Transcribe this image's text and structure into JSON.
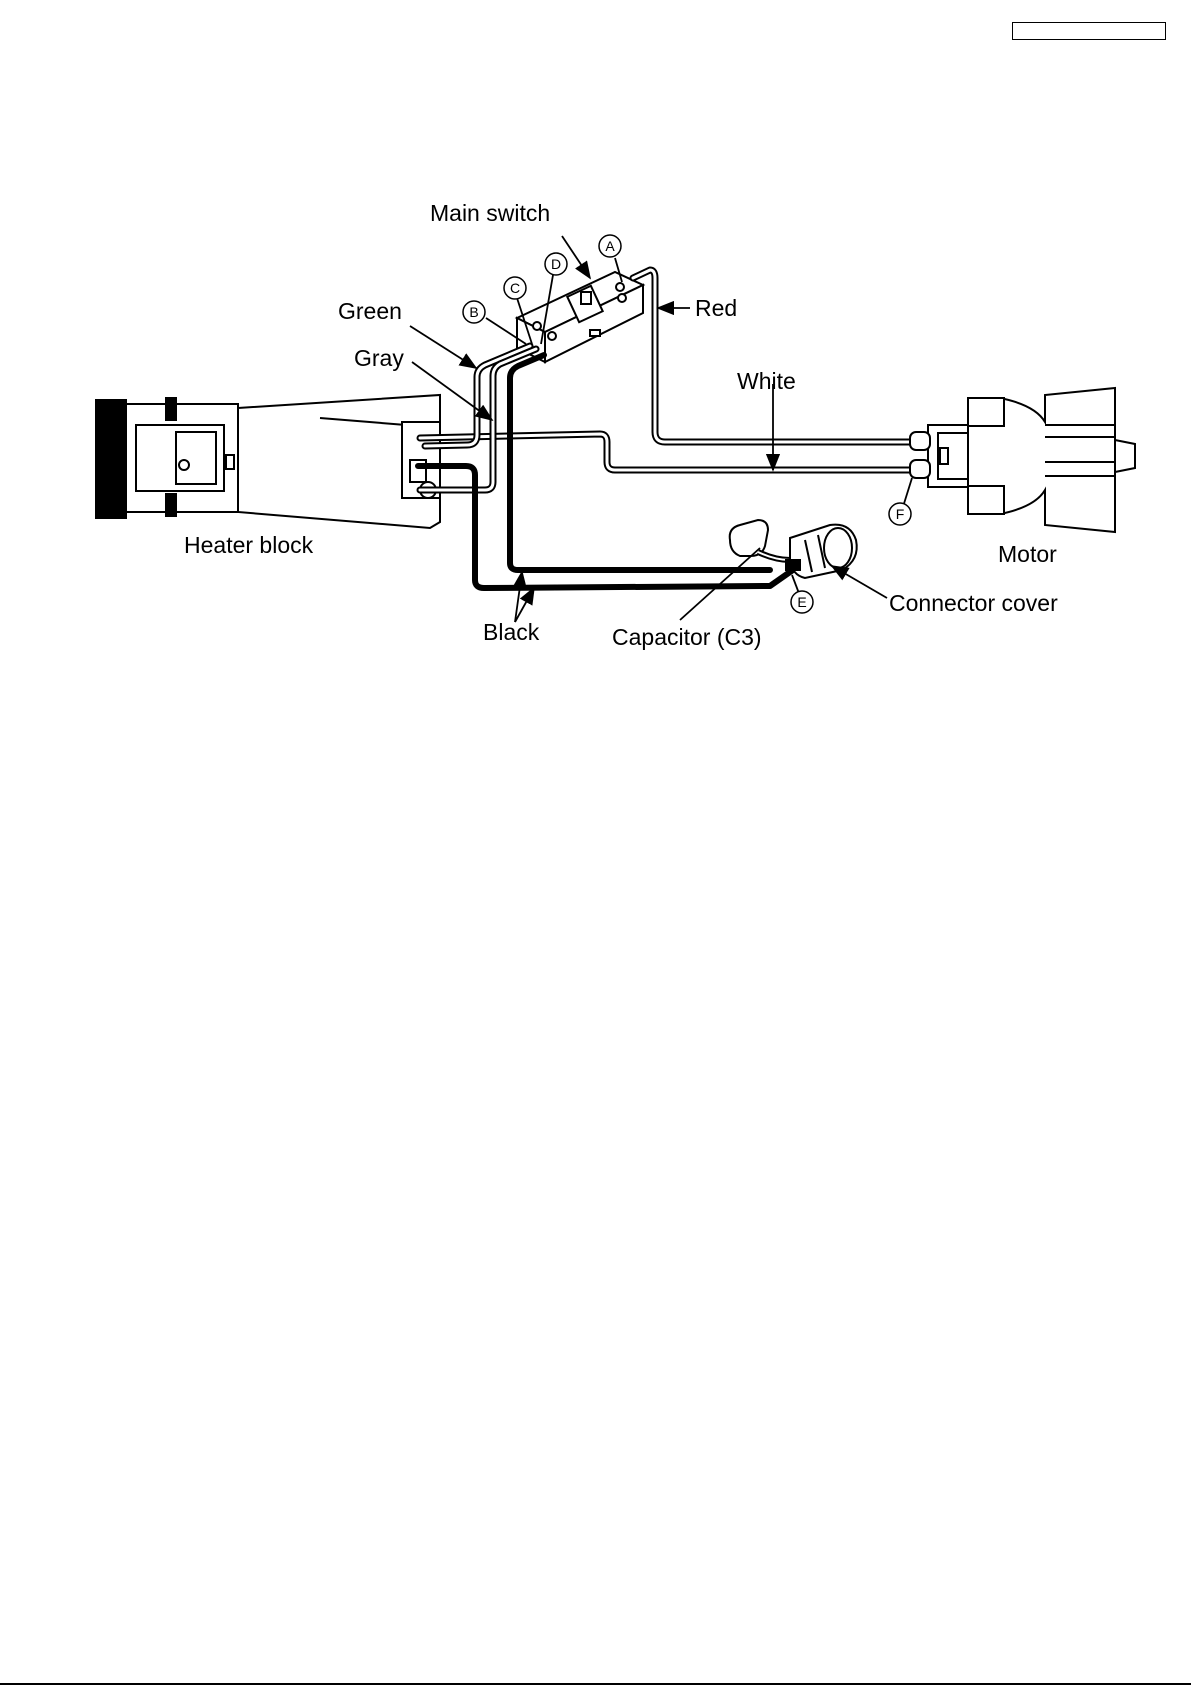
{
  "labels": {
    "main_switch": "Main switch",
    "green": "Green",
    "gray": "Gray",
    "red": "Red",
    "white": "White",
    "heater_block": "Heater block",
    "motor": "Motor",
    "black": "Black",
    "capacitor": "Capacitor (C3)",
    "connector_cover": "Connector cover"
  },
  "points": {
    "a": "A",
    "b": "B",
    "c": "C",
    "d": "D",
    "e": "E",
    "f": "F"
  }
}
